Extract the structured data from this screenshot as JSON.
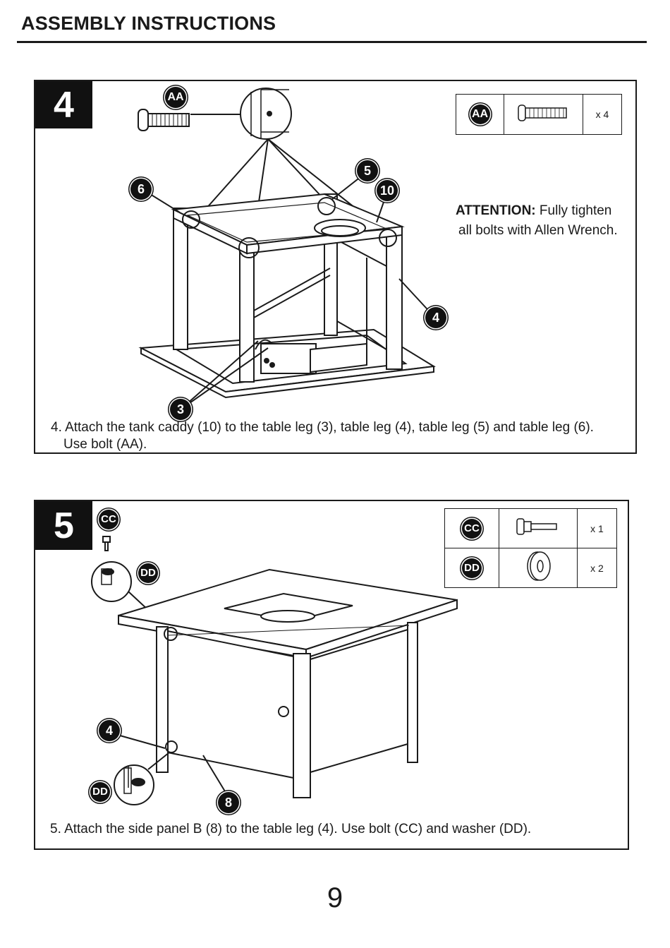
{
  "header": {
    "title": "ASSEMBLY INSTRUCTIONS"
  },
  "step4": {
    "number": "4",
    "callouts": [
      "AA",
      "5",
      "10",
      "6",
      "4",
      "3"
    ],
    "parts": [
      {
        "code": "AA",
        "qty": "x 4",
        "icon": "bolt-icon"
      }
    ],
    "attention_label": "ATTENTION:",
    "attention_text_1": " Fully tighten",
    "attention_text_2": "all bolts with Allen Wrench.",
    "instruction_line1": "4. Attach the tank caddy (10) to the table leg (3), table leg (4), table leg (5) and table leg (6).",
    "instruction_line2": "Use bolt (AA)."
  },
  "step5": {
    "number": "5",
    "callouts": [
      "CC",
      "DD",
      "4",
      "DD",
      "8"
    ],
    "parts": [
      {
        "code": "CC",
        "qty": "x 1",
        "icon": "short-bolt-icon"
      },
      {
        "code": "DD",
        "qty": "x 2",
        "icon": "washer-icon"
      }
    ],
    "instruction": "5. Attach the side panel B (8) to the table leg (4). Use bolt (CC) and washer (DD)."
  },
  "page_number": "9"
}
